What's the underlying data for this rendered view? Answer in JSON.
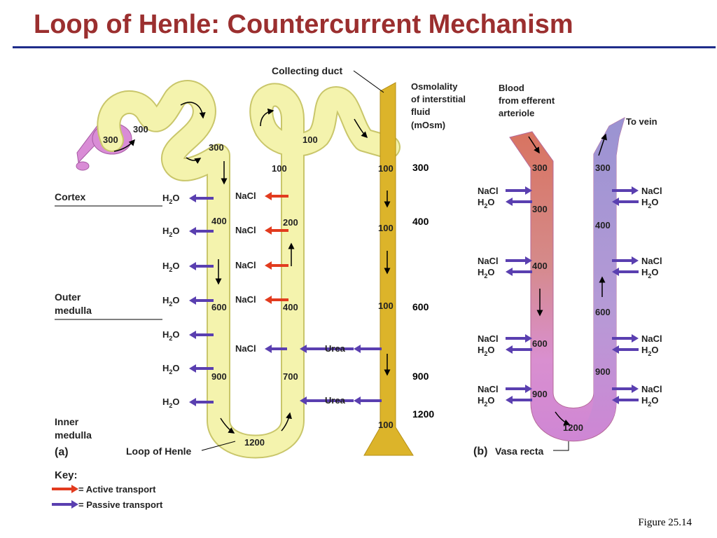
{
  "slide": {
    "title": "Loop of Henle: Countercurrent Mechanism",
    "figure_ref": "Figure 25.14"
  },
  "colors": {
    "title": "#9b2f2f",
    "rule": "#1f2d8a",
    "tubule": "#f4f3ad",
    "tubule_edge": "#c9c66a",
    "collecting_duct": "#dcb42a",
    "glomerulus": "#d98cd6",
    "blood_arterial": "#d9715c",
    "blood_venous": "#9a93d2",
    "active": "#e23b1e",
    "passive": "#5a3fb0"
  },
  "labels": {
    "collecting_duct": "Collecting duct",
    "osm_1": "Osmolality",
    "osm_2": "of interstitial",
    "osm_3": "fluid",
    "osm_4": "(mOsm)",
    "blood_1": "Blood",
    "blood_2": "from efferent",
    "blood_3": "arteriole",
    "to_vein": "To vein",
    "cortex": "Cortex",
    "outer_1": "Outer",
    "outer_2": "medulla",
    "inner_1": "Inner",
    "inner_2": "medulla",
    "part_a": "(a)",
    "loop": "Loop of Henle",
    "part_b": "(b)",
    "vasa": "Vasa recta",
    "key": "Key:",
    "key_active": "= Active transport",
    "key_passive": "= Passive transport",
    "h2o": "H",
    "h2o_sub": "2",
    "h2o_o": "O",
    "nacl": "NaCl",
    "urea": "Urea"
  },
  "values": {
    "glom": "300",
    "pct1": "300",
    "pct2": "300",
    "dct": "100",
    "asc_top": "100",
    "d400": "400",
    "d600": "600",
    "d900": "900",
    "a200": "200",
    "a400": "400",
    "a700": "700",
    "bend": "1200",
    "cd1": "100",
    "cd2": "100",
    "cd3": "100",
    "cd4": "100",
    "osm300": "300",
    "osm400": "400",
    "osm600": "600",
    "osm900": "900",
    "osm1200": "1200",
    "vr_l1": "300",
    "vr_l2": "300",
    "vr_l3": "400",
    "vr_l4": "600",
    "vr_l5": "900",
    "vr_bend": "1200",
    "vr_r1": "300",
    "vr_r2": "400",
    "vr_r3": "600",
    "vr_r4": "900"
  }
}
